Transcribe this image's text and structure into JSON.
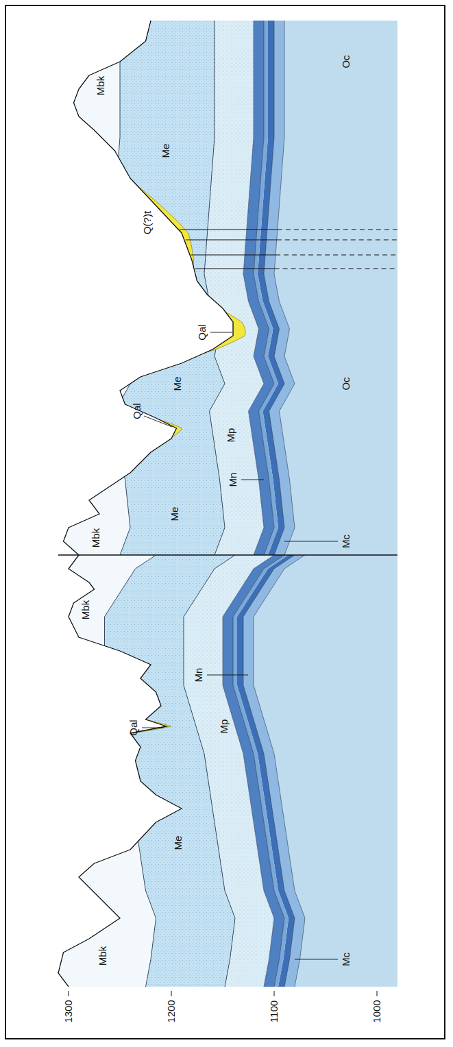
{
  "diagram": {
    "labels": [
      "1300",
      "1200",
      "1100",
      "1000",
      "Mbk",
      "Mc",
      "Me",
      "Mp",
      "Qal",
      "Mn",
      "Mbk",
      "Mbk",
      "Mc",
      "Me",
      "Mn",
      "Mp",
      "Qal",
      "Me",
      "Oc",
      "Qal",
      "Q(?)t",
      "Me",
      "Mbk",
      "Oc"
    ]
  }
}
